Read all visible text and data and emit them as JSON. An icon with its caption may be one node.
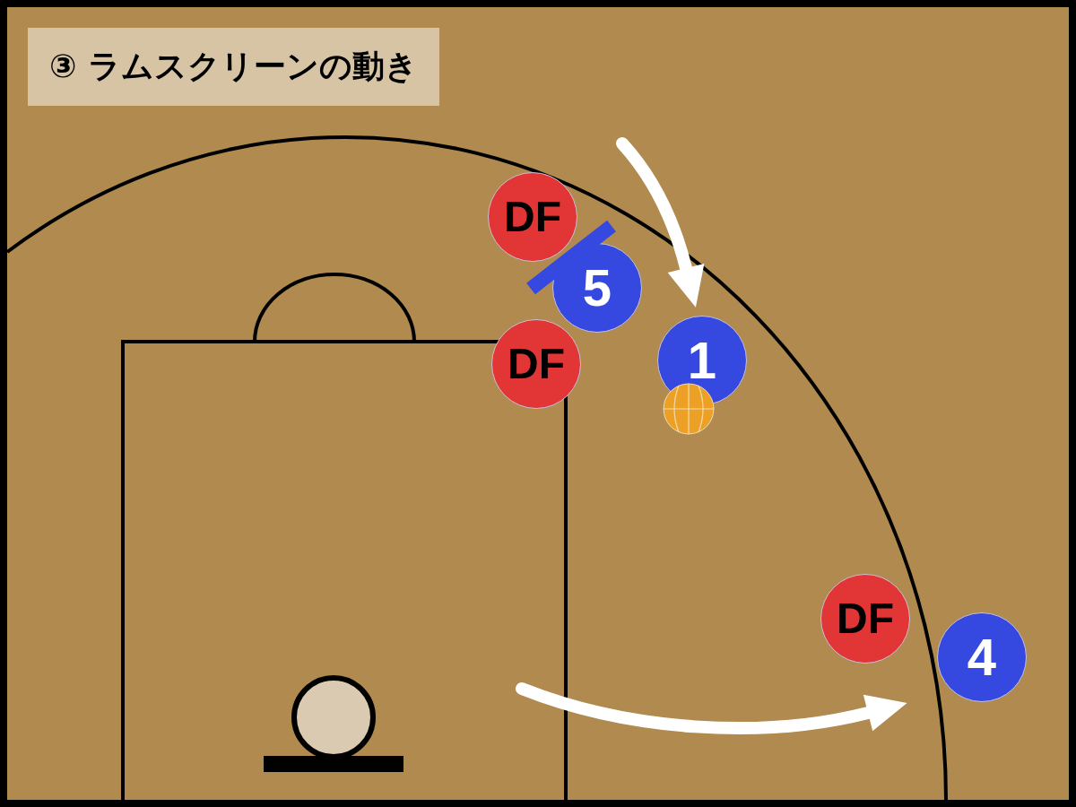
{
  "diagram": {
    "title": "③ ラムスクリーンの動き",
    "nodes": [
      {
        "text": [
          "DF"
        ]
      },
      {
        "text": [
          "5"
        ]
      },
      {
        "text": [
          "DF"
        ]
      },
      {
        "text": [
          "1"
        ]
      },
      {
        "text": [
          "DF"
        ]
      },
      {
        "text": [
          "4"
        ]
      }
    ],
    "edges": [
      {
        "from": null,
        "to": 3,
        "arrow": "to"
      },
      {
        "from": null,
        "to": 5,
        "arrow": "to"
      }
    ]
  }
}
